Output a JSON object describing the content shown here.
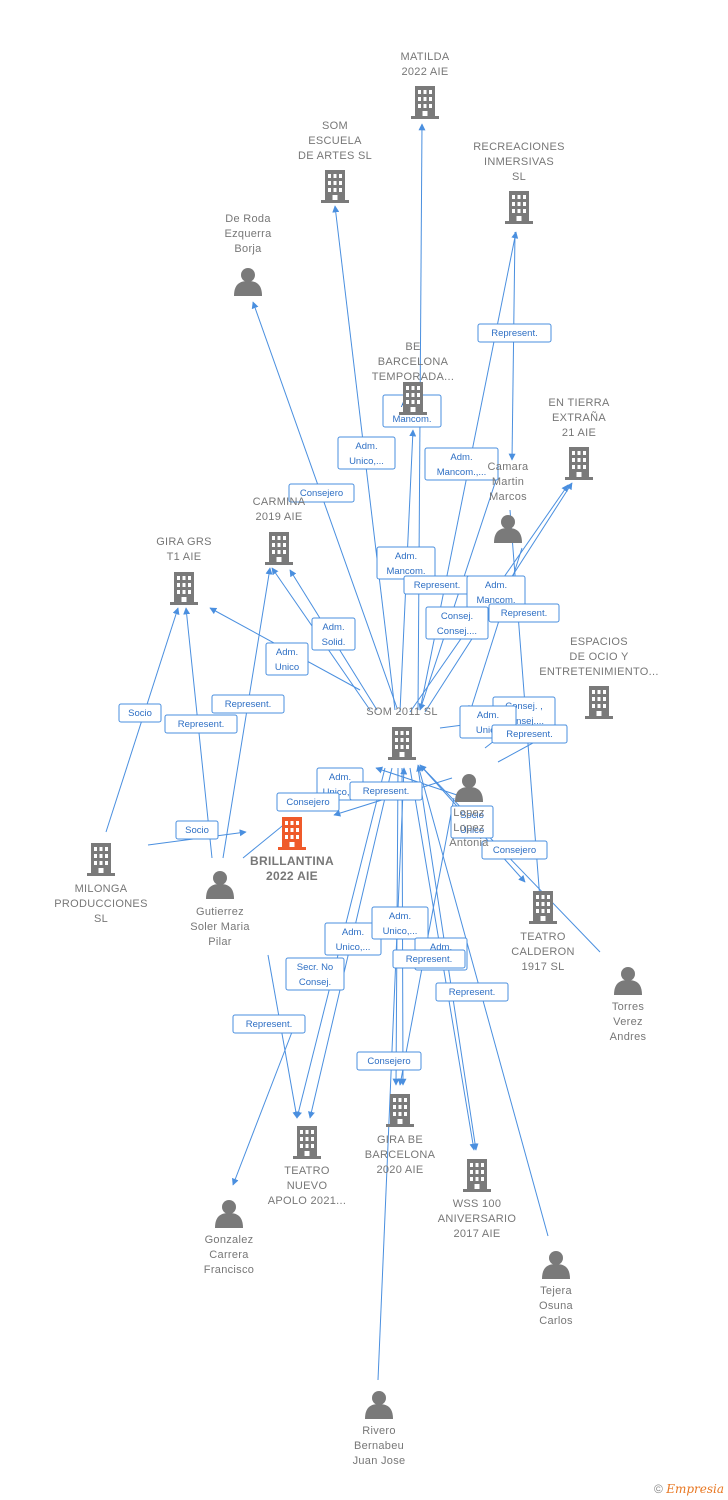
{
  "colors": {
    "edge": "#4a8fdf",
    "company": "#7a7a7a",
    "focus_company": "#ef5a2a",
    "person": "#7a7a7a"
  },
  "nodes": [
    {
      "id": "matilda",
      "kind": "company",
      "lines": [
        "MATILDA",
        "2022 AIE"
      ]
    },
    {
      "id": "som_escuela",
      "kind": "company",
      "lines": [
        "SOM",
        "ESCUELA",
        "DE ARTES  SL"
      ]
    },
    {
      "id": "recreaciones",
      "kind": "company",
      "lines": [
        "RECREACIONES",
        "INMERSIVAS",
        "SL"
      ]
    },
    {
      "id": "de_roda",
      "kind": "person",
      "lines": [
        "De Roda",
        "Ezquerra",
        "Borja"
      ]
    },
    {
      "id": "be_barcelona",
      "kind": "company",
      "lines": [
        "BE",
        "BARCELONA",
        "TEMPORADA..."
      ]
    },
    {
      "id": "en_tierra",
      "kind": "company",
      "lines": [
        "EN TIERRA",
        "EXTRAÑA",
        "21 AIE"
      ]
    },
    {
      "id": "camara",
      "kind": "person",
      "lines": [
        "Camara",
        "Martin",
        "Marcos"
      ]
    },
    {
      "id": "carmina",
      "kind": "company",
      "lines": [
        "CARMINA",
        "2019  AIE"
      ]
    },
    {
      "id": "gira_grs",
      "kind": "company",
      "lines": [
        "GIRA GRS",
        "T1 AIE"
      ]
    },
    {
      "id": "espacios",
      "kind": "company",
      "lines": [
        "ESPACIOS",
        "DE OCIO Y",
        "ENTRETENIMIENTO..."
      ]
    },
    {
      "id": "som2011",
      "kind": "company",
      "lines": [
        "SOM 2011 SL"
      ]
    },
    {
      "id": "brillantina",
      "kind": "focus",
      "lines": [
        "BRILLANTINA",
        "2022 AIE"
      ]
    },
    {
      "id": "lopez",
      "kind": "person",
      "lines": [
        "Lopez",
        "Lopez",
        "Antonia"
      ]
    },
    {
      "id": "milonga",
      "kind": "company",
      "lines": [
        "MILONGA",
        "PRODUCCIONES",
        "SL"
      ]
    },
    {
      "id": "gutierrez",
      "kind": "person",
      "lines": [
        "Gutierrez",
        "Soler Maria",
        "Pilar"
      ]
    },
    {
      "id": "teatro_calderon",
      "kind": "company",
      "lines": [
        "TEATRO",
        "CALDERON",
        "1917  SL"
      ]
    },
    {
      "id": "torres",
      "kind": "person",
      "lines": [
        "Torres",
        "Verez",
        "Andres"
      ]
    },
    {
      "id": "gira_be",
      "kind": "company",
      "lines": [
        "GIRA BE",
        "BARCELONA",
        "2020  AIE"
      ]
    },
    {
      "id": "teatro_nuevo",
      "kind": "company",
      "lines": [
        "TEATRO",
        "NUEVO",
        "APOLO 2021..."
      ]
    },
    {
      "id": "wss100",
      "kind": "company",
      "lines": [
        "WSS 100",
        "ANIVERSARIO",
        "2017 AIE"
      ]
    },
    {
      "id": "gonzalez",
      "kind": "person",
      "lines": [
        "Gonzalez",
        "Carrera",
        "Francisco"
      ]
    },
    {
      "id": "tejera",
      "kind": "person",
      "lines": [
        "Tejera",
        "Osuna",
        "Carlos"
      ]
    },
    {
      "id": "rivero",
      "kind": "person",
      "lines": [
        "Rivero",
        "Bernabeu",
        "Juan Jose"
      ]
    }
  ],
  "edge_labels": [
    [
      "Represent."
    ],
    [
      "Adm.",
      "Mancom."
    ],
    [
      "Adm.",
      "Unico,..."
    ],
    [
      "Adm.",
      "Mancom.,..."
    ],
    [
      "Consejero"
    ],
    [
      "Adm.",
      "Mancom."
    ],
    [
      "Represent."
    ],
    [
      "Adm.",
      "Mancom."
    ],
    [
      "Consej.",
      "Consej...."
    ],
    [
      "Represent."
    ],
    [
      "Adm.",
      "Solid."
    ],
    [
      "Adm.",
      "Unico"
    ],
    [
      "Represent."
    ],
    [
      "Socio"
    ],
    [
      "Represent."
    ],
    [
      "Consej. ,",
      "Consej...."
    ],
    [
      "Adm.",
      "Unico"
    ],
    [
      "Represent."
    ],
    [
      "Adm.",
      "Unico,..."
    ],
    [
      "Represent."
    ],
    [
      "Consejero"
    ],
    [
      "Socio"
    ],
    [
      "Socio",
      "Único"
    ],
    [
      "Consejero"
    ],
    [
      "Adm.",
      "Unico,..."
    ],
    [
      "Adm.",
      "Unico,..."
    ],
    [
      "Secr.  No",
      "Consej."
    ],
    [
      "Adm.",
      "Mancom."
    ],
    [
      "Represent."
    ],
    [
      "Represent."
    ],
    [
      "Represent."
    ],
    [
      "Consejero"
    ]
  ],
  "footer": {
    "copyright": "©",
    "brand": "Empresia"
  }
}
